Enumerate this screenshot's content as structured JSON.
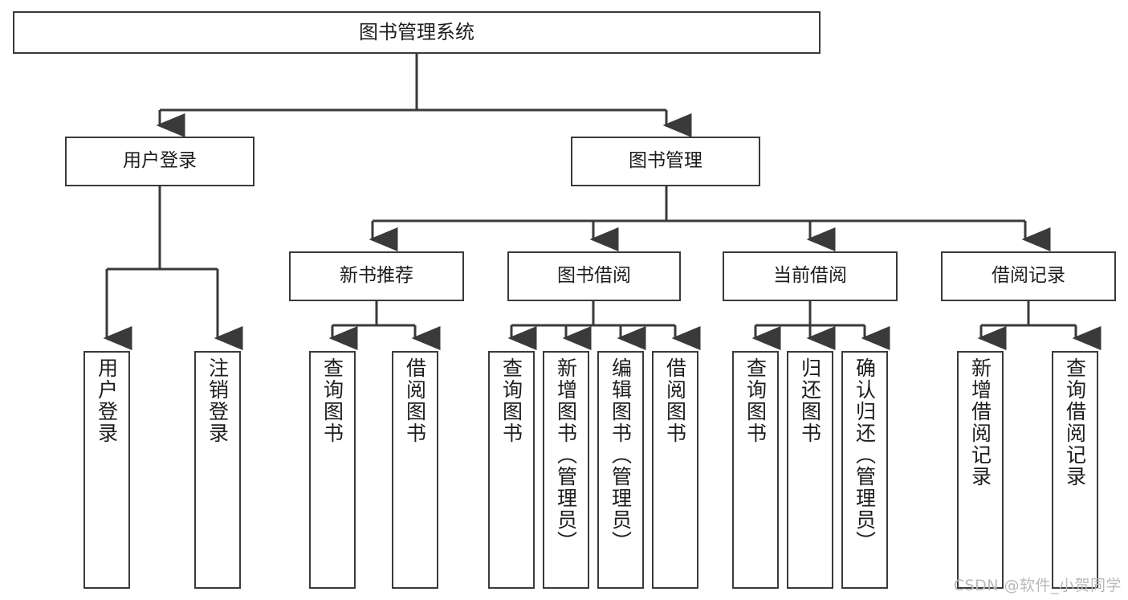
{
  "diagram": {
    "title": "图书管理系统",
    "type": "hierarchy-tree",
    "watermark": "CSDN @软件_小贺同学",
    "colors": {
      "border": "#3a3a3a",
      "text": "#1d1d1d",
      "background": "#ffffff",
      "watermark": "#b9b9b9"
    },
    "levels": {
      "root": {
        "label": "图书管理系统"
      },
      "level2": [
        {
          "label": "用户登录"
        },
        {
          "label": "图书管理"
        }
      ],
      "level3": [
        {
          "label": "新书推荐"
        },
        {
          "label": "图书借阅"
        },
        {
          "label": "当前借阅"
        },
        {
          "label": "借阅记录"
        }
      ],
      "leaves": [
        {
          "label": "用户登录",
          "parent": "用户登录"
        },
        {
          "label": "注销登录",
          "parent": "用户登录"
        },
        {
          "label": "查询图书",
          "parent": "新书推荐"
        },
        {
          "label": "借阅图书",
          "parent": "新书推荐"
        },
        {
          "label": "查询图书",
          "parent": "图书借阅"
        },
        {
          "label": "新增图书（管理员）",
          "parent": "图书借阅"
        },
        {
          "label": "编辑图书（管理员）",
          "parent": "图书借阅"
        },
        {
          "label": "借阅图书",
          "parent": "图书借阅"
        },
        {
          "label": "查询图书",
          "parent": "当前借阅"
        },
        {
          "label": "归还图书",
          "parent": "当前借阅"
        },
        {
          "label": "确认归还（管理员）",
          "parent": "当前借阅"
        },
        {
          "label": "新增借阅记录",
          "parent": "借阅记录"
        },
        {
          "label": "查询借阅记录",
          "parent": "借阅记录"
        }
      ]
    }
  }
}
